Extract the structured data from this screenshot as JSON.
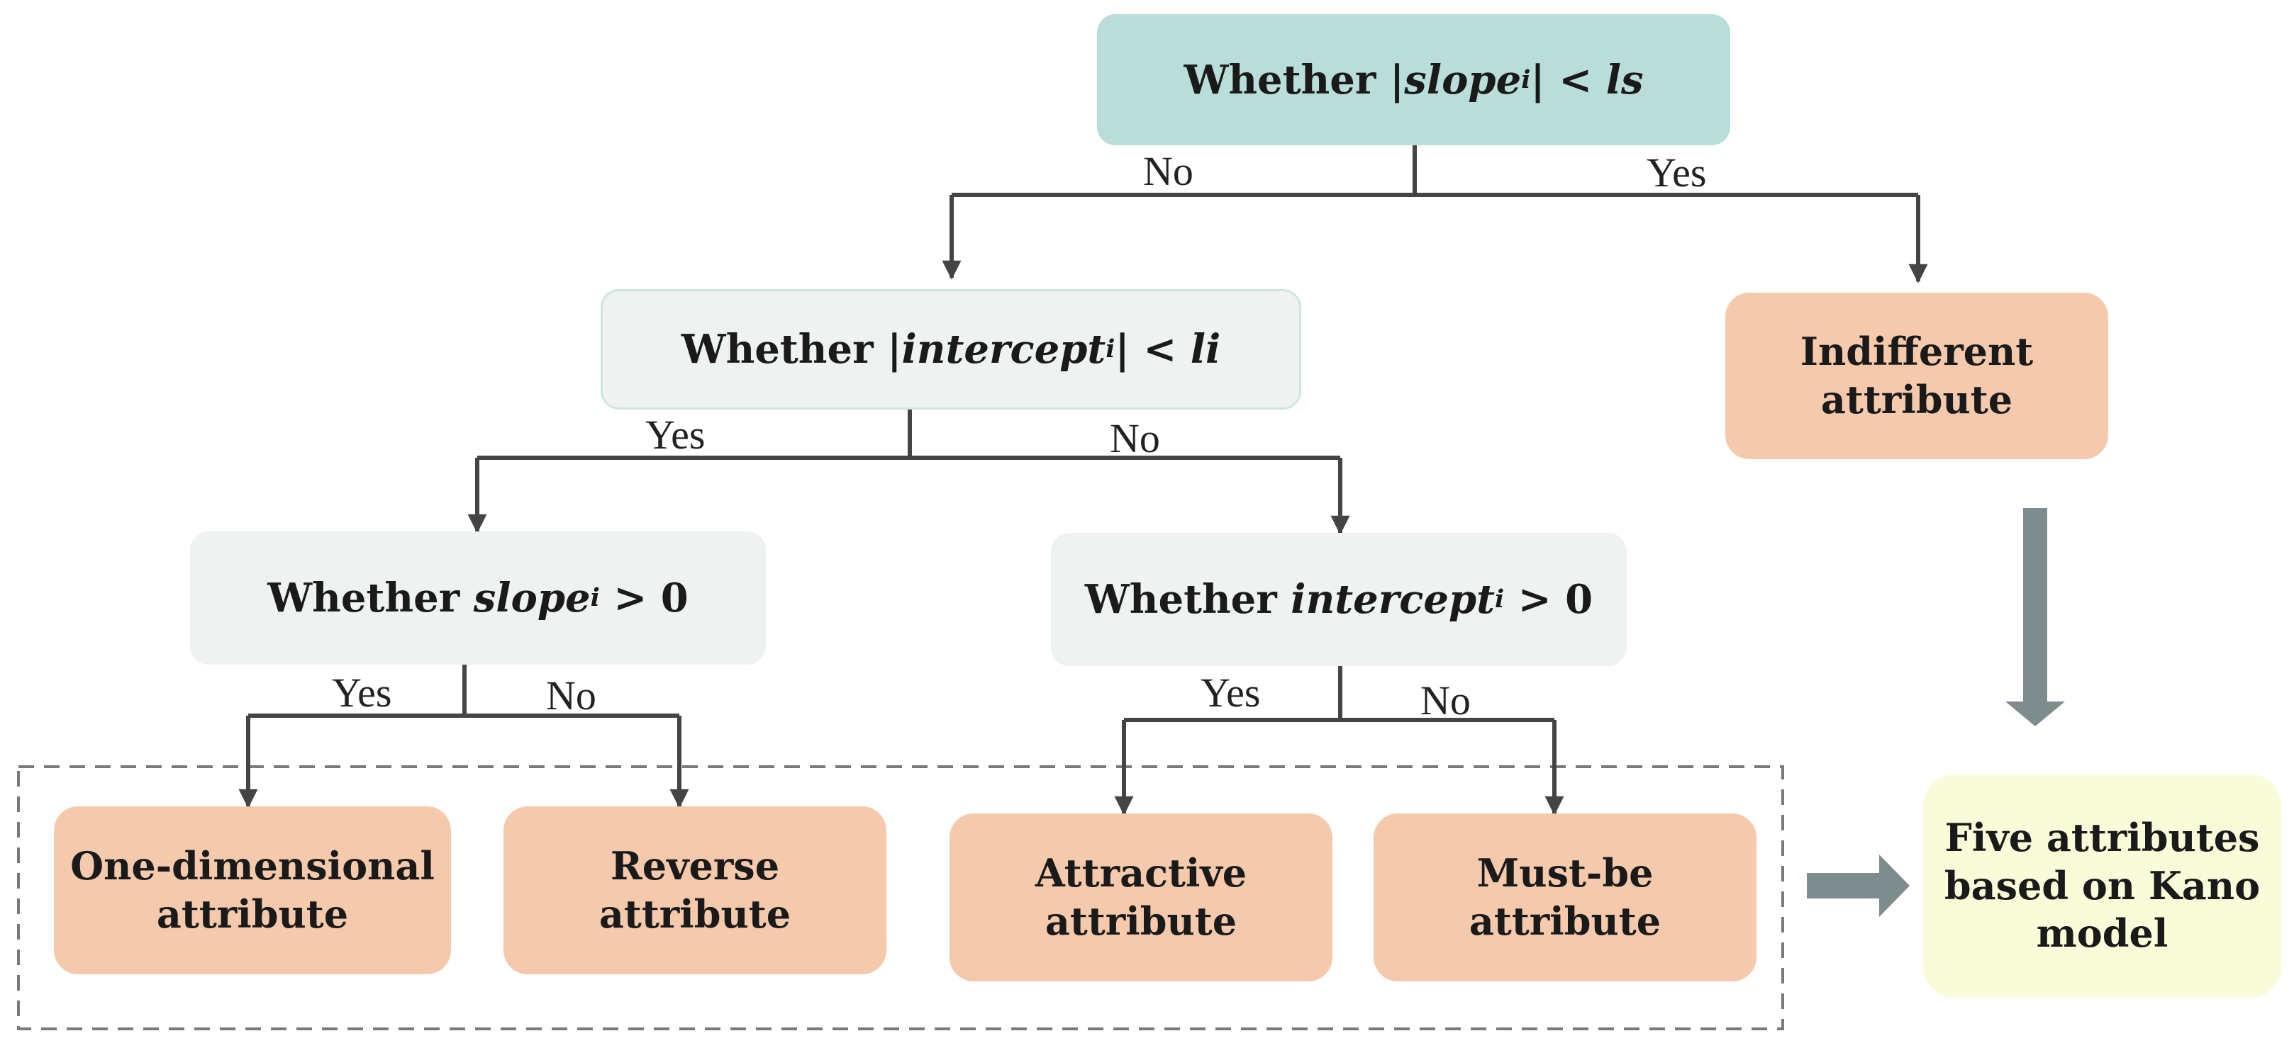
{
  "colors": {
    "line": "#444444",
    "teal_box": "#b9ddd8",
    "light_box": "#eef3f1",
    "attribute_box": "#f5c9ab",
    "result_box": "#fafbd8",
    "block_arrow": "#7f8c8d",
    "dashed_border": "#7a7a7a"
  },
  "decisions": {
    "slope_abs": {
      "prefix": "Whether |",
      "var": "slope",
      "sub": "i",
      "mid": "| < ",
      "rhs": "ls"
    },
    "intercept_abs": {
      "prefix": "Whether |",
      "var": "intercept",
      "sub": "i",
      "mid": "| < ",
      "rhs": "li"
    },
    "slope_sign": {
      "prefix": "Whether ",
      "var": "slope",
      "sub": "i",
      "mid": " > ",
      "rhs": "0"
    },
    "intercept_sign": {
      "prefix": "Whether ",
      "var": "intercept",
      "sub": "i",
      "mid": " > ",
      "rhs": "0"
    }
  },
  "labels": {
    "top_no": "No",
    "top_yes": "Yes",
    "mid_yes": "Yes",
    "mid_no": "No",
    "left_yes": "Yes",
    "left_no": "No",
    "right_yes": "Yes",
    "right_no": "No"
  },
  "attributes": {
    "indifferent": {
      "line1": "Indifferent",
      "line2": "attribute"
    },
    "one_dimensional": {
      "line1": "One-dimensional",
      "line2": "attribute"
    },
    "reverse": {
      "line1": "Reverse",
      "line2": "attribute"
    },
    "attractive": {
      "line1": "Attractive",
      "line2": "attribute"
    },
    "must_be": {
      "line1": "Must-be",
      "line2": "attribute"
    }
  },
  "result": {
    "line1": "Five attributes",
    "line2": "based on Kano",
    "line3": "model"
  }
}
